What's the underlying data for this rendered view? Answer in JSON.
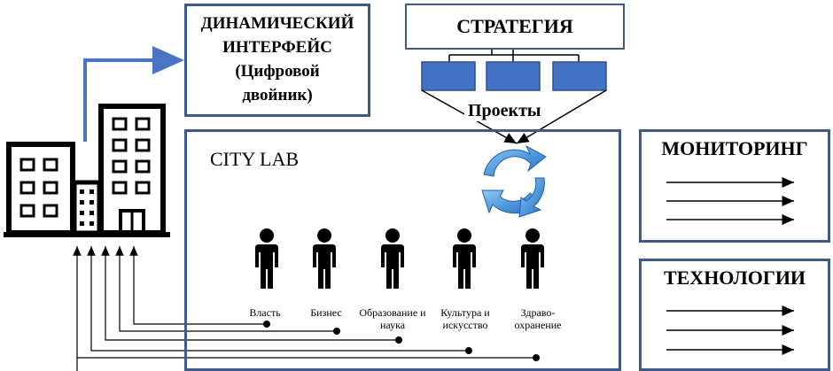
{
  "interface_box": {
    "lines": [
      "ДИНАМИЧЕСКИЙ",
      "ИНТЕРФЕЙС",
      "(Цифровой",
      "двойник)"
    ]
  },
  "strategy_box": {
    "label": "СТРАТЕГИЯ"
  },
  "projects_label": "Проекты",
  "citylab": {
    "title": "CITY LAB"
  },
  "stakeholders": [
    {
      "label": "Власть"
    },
    {
      "label": "Бизнес"
    },
    {
      "label": "Образование и наука"
    },
    {
      "label": "Культура и искусство"
    },
    {
      "label": "Здраво-охранение"
    }
  ],
  "monitoring_box": {
    "title": "МОНИТОРИНГ"
  },
  "technologies_box": {
    "title": "ТЕХНОЛОГИИ"
  },
  "colors": {
    "accent": "#4a74c4",
    "box_border": "#3f5a8a",
    "project_fill": "#4472c4",
    "cycle": "#2f7fd0"
  }
}
